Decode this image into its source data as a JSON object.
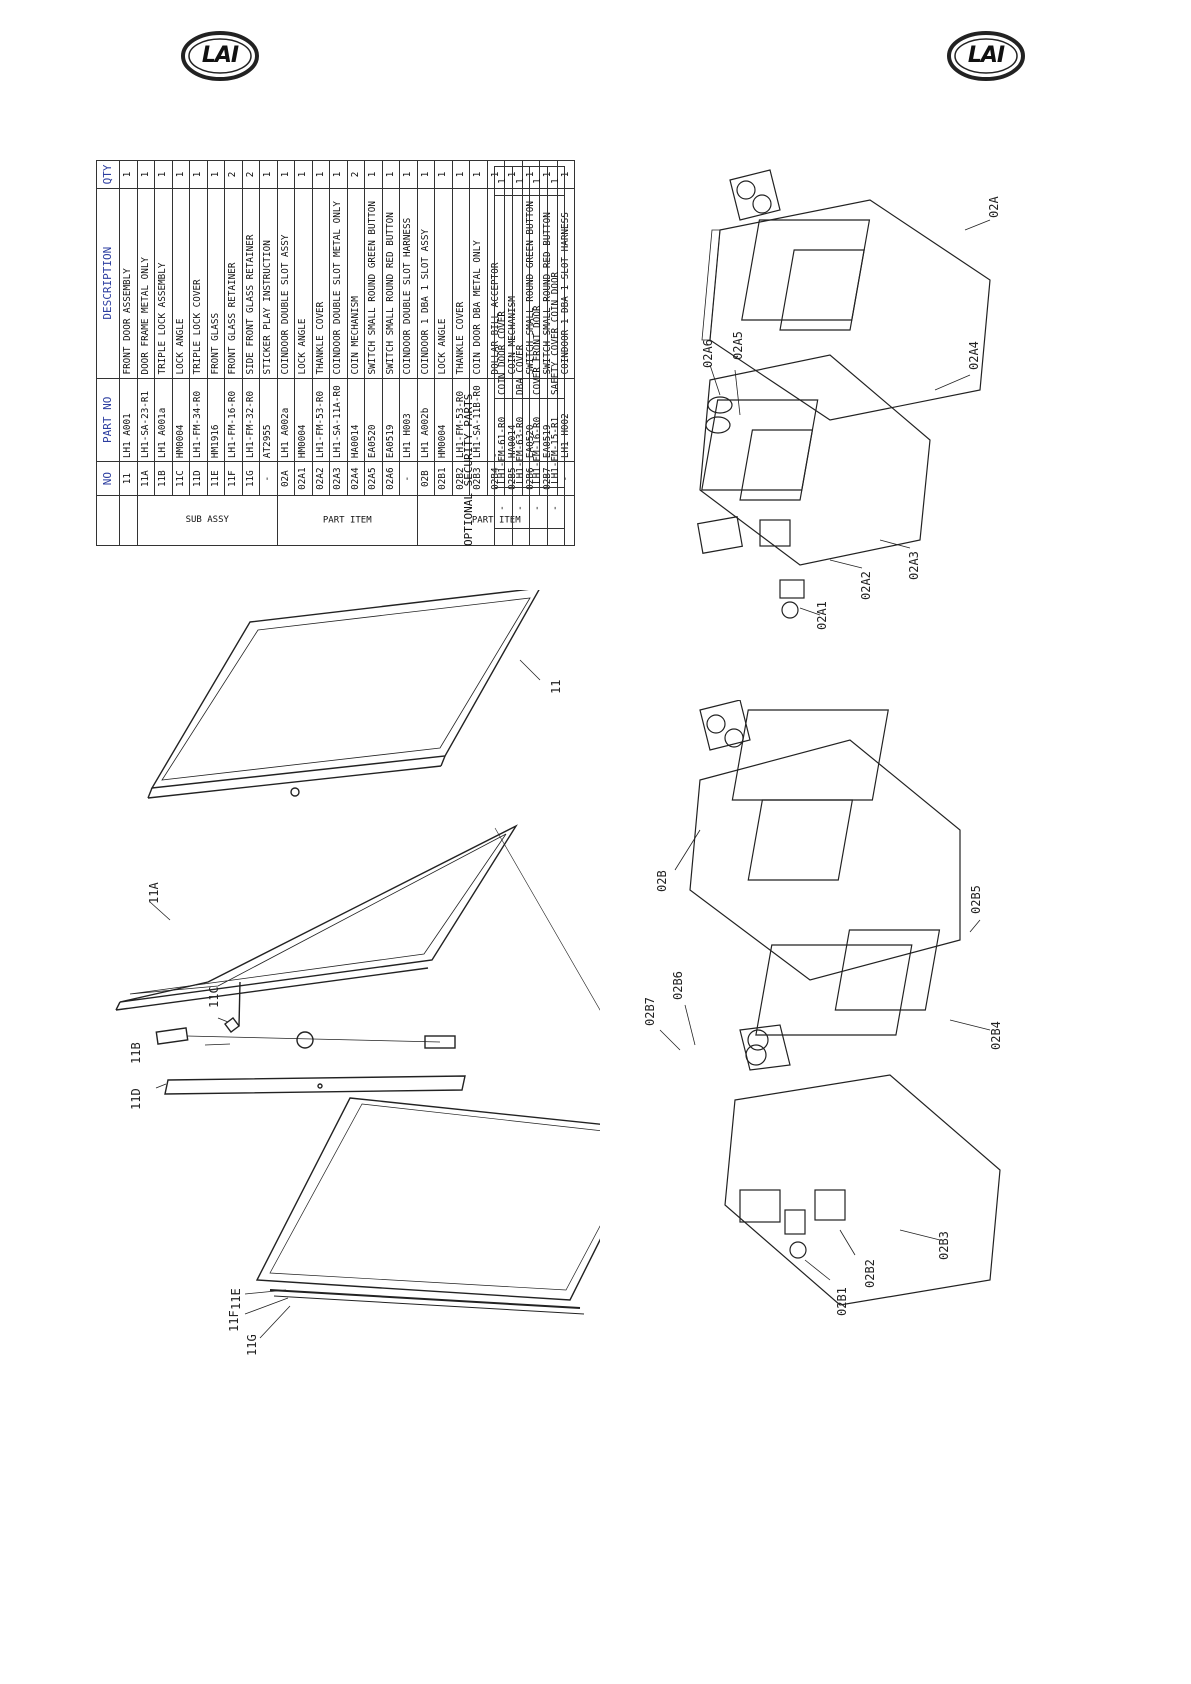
{
  "logos": {
    "text": "LAI"
  },
  "table": {
    "headers": {
      "no": "NO",
      "part_no": "PART NO",
      "description": "DESCRIPTION",
      "qty": "QTY"
    },
    "groups": {
      "sub_assy": "SUB ASSY",
      "part_item_1": "PART ITEM",
      "part_item_2": "PART ITEM"
    },
    "rows": [
      {
        "no": "11",
        "part": "LH1 A001",
        "desc": "FRONT DOOR ASSEMBLY",
        "qty": "1"
      },
      {
        "no": "11A",
        "part": "LH1-SA-23-R1",
        "desc": "DOOR FRAME METAL ONLY",
        "qty": "1"
      },
      {
        "no": "11B",
        "part": "LH1 A001a",
        "desc": "TRIPLE LOCK ASSEMBLY",
        "qty": "1"
      },
      {
        "no": "11C",
        "part": "HM0004",
        "desc": "LOCK ANGLE",
        "qty": "1"
      },
      {
        "no": "11D",
        "part": "LH1-FM-34-R0",
        "desc": "TRIPLE LOCK COVER",
        "qty": "1"
      },
      {
        "no": "11E",
        "part": "HM1916",
        "desc": "FRONT GLASS",
        "qty": "1"
      },
      {
        "no": "11F",
        "part": "LH1-FM-16-R0",
        "desc": "FRONT GLASS RETAINER",
        "qty": "2"
      },
      {
        "no": "11G",
        "part": "LH1-FM-32-R0",
        "desc": "SIDE FRONT GLASS RETAINER",
        "qty": "2"
      },
      {
        "no": "-",
        "part": "AT2955",
        "desc": "STICKER PLAY INSTRUCTION",
        "qty": "1"
      },
      {
        "no": "02A",
        "part": "LH1 A002a",
        "desc": "COINDOOR DOUBLE SLOT ASSY",
        "qty": "1"
      },
      {
        "no": "02A1",
        "part": "HM0004",
        "desc": "LOCK ANGLE",
        "qty": "1"
      },
      {
        "no": "02A2",
        "part": "LH1-FM-53-R0",
        "desc": "THANKLE COVER",
        "qty": "1"
      },
      {
        "no": "02A3",
        "part": "LH1-SA-11A-R0",
        "desc": "COINDOOR DOUBLE SLOT METAL ONLY",
        "qty": "1"
      },
      {
        "no": "02A4",
        "part": "HA0014",
        "desc": "COIN MECHANISM",
        "qty": "2"
      },
      {
        "no": "02A5",
        "part": "EA0520",
        "desc": "SWITCH SMALL ROUND GREEN BUTTON",
        "qty": "1"
      },
      {
        "no": "02A6",
        "part": "EA0519",
        "desc": "SWITCH SMALL ROUND RED BUTTON",
        "qty": "1"
      },
      {
        "no": "-",
        "part": "LH1 H003",
        "desc": "COINDOOR DOUBLE SLOT HARNESS",
        "qty": "1"
      },
      {
        "no": "02B",
        "part": "LH1 A002b",
        "desc": "COINDOOR 1 DBA 1 SLOT ASSY",
        "qty": "1"
      },
      {
        "no": "02B1",
        "part": "HM0004",
        "desc": "LOCK ANGLE",
        "qty": "1"
      },
      {
        "no": "02B2",
        "part": "LH1-FM-53-R0",
        "desc": "THANKLE COVER",
        "qty": "1"
      },
      {
        "no": "02B3",
        "part": "LH1-SA-11B-R0",
        "desc": "COIN DOOR DBA METAL ONLY",
        "qty": "1"
      },
      {
        "no": "02B4",
        "part": "-",
        "desc": "DOLLAR BILL ACCEPTOR",
        "qty": "1"
      },
      {
        "no": "02B5",
        "part": "HA0014",
        "desc": "COIN MECHANISM",
        "qty": "1"
      },
      {
        "no": "02B6",
        "part": "EA0520",
        "desc": "SWITCH SMALL ROUND GREEN BUTTON",
        "qty": "1"
      },
      {
        "no": "02B7",
        "part": "EA0519",
        "desc": "SWITCH SMALL ROUND RED BUTTON",
        "qty": "1"
      },
      {
        "no": "-",
        "part": "LH1 H002",
        "desc": "COINDOOR 1 DBA 1 SLOT HARNESS",
        "qty": "1"
      }
    ],
    "optional_title": "OPTIONAL SECURITY PARTS",
    "optional_rows": [
      {
        "no": "-",
        "part": "LH1-FM-61-R0",
        "desc": "COIN DOOR COVER",
        "qty": "1"
      },
      {
        "no": "-",
        "part": "LH1-FM-63-R0",
        "desc": "DBA COVER",
        "qty": "1"
      },
      {
        "no": "-",
        "part": "LH1-FM-16-R0",
        "desc": "COVER FRONT DOOR",
        "qty": "1"
      },
      {
        "no": "-",
        "part": "LH1-FM-15-R1",
        "desc": "SAFETY COVER COIN DOOR",
        "qty": "1"
      }
    ]
  },
  "callouts": {
    "door": {
      "a": "11A",
      "b": "11B",
      "c": "11C",
      "d": "11D",
      "e": "11E",
      "f": "11F",
      "g": "11G",
      "assy": "11"
    },
    "coin_double": {
      "assy": "02A",
      "a1": "02A1",
      "a2": "02A2",
      "a3": "02A3",
      "a4": "02A4",
      "a5": "02A5",
      "a6": "02A6"
    },
    "coin_dba": {
      "assy": "02B",
      "b1": "02B1",
      "b2": "02B2",
      "b3": "02B3",
      "b4": "02B4",
      "b5": "02B5",
      "b6": "02B6",
      "b7": "02B7"
    }
  }
}
